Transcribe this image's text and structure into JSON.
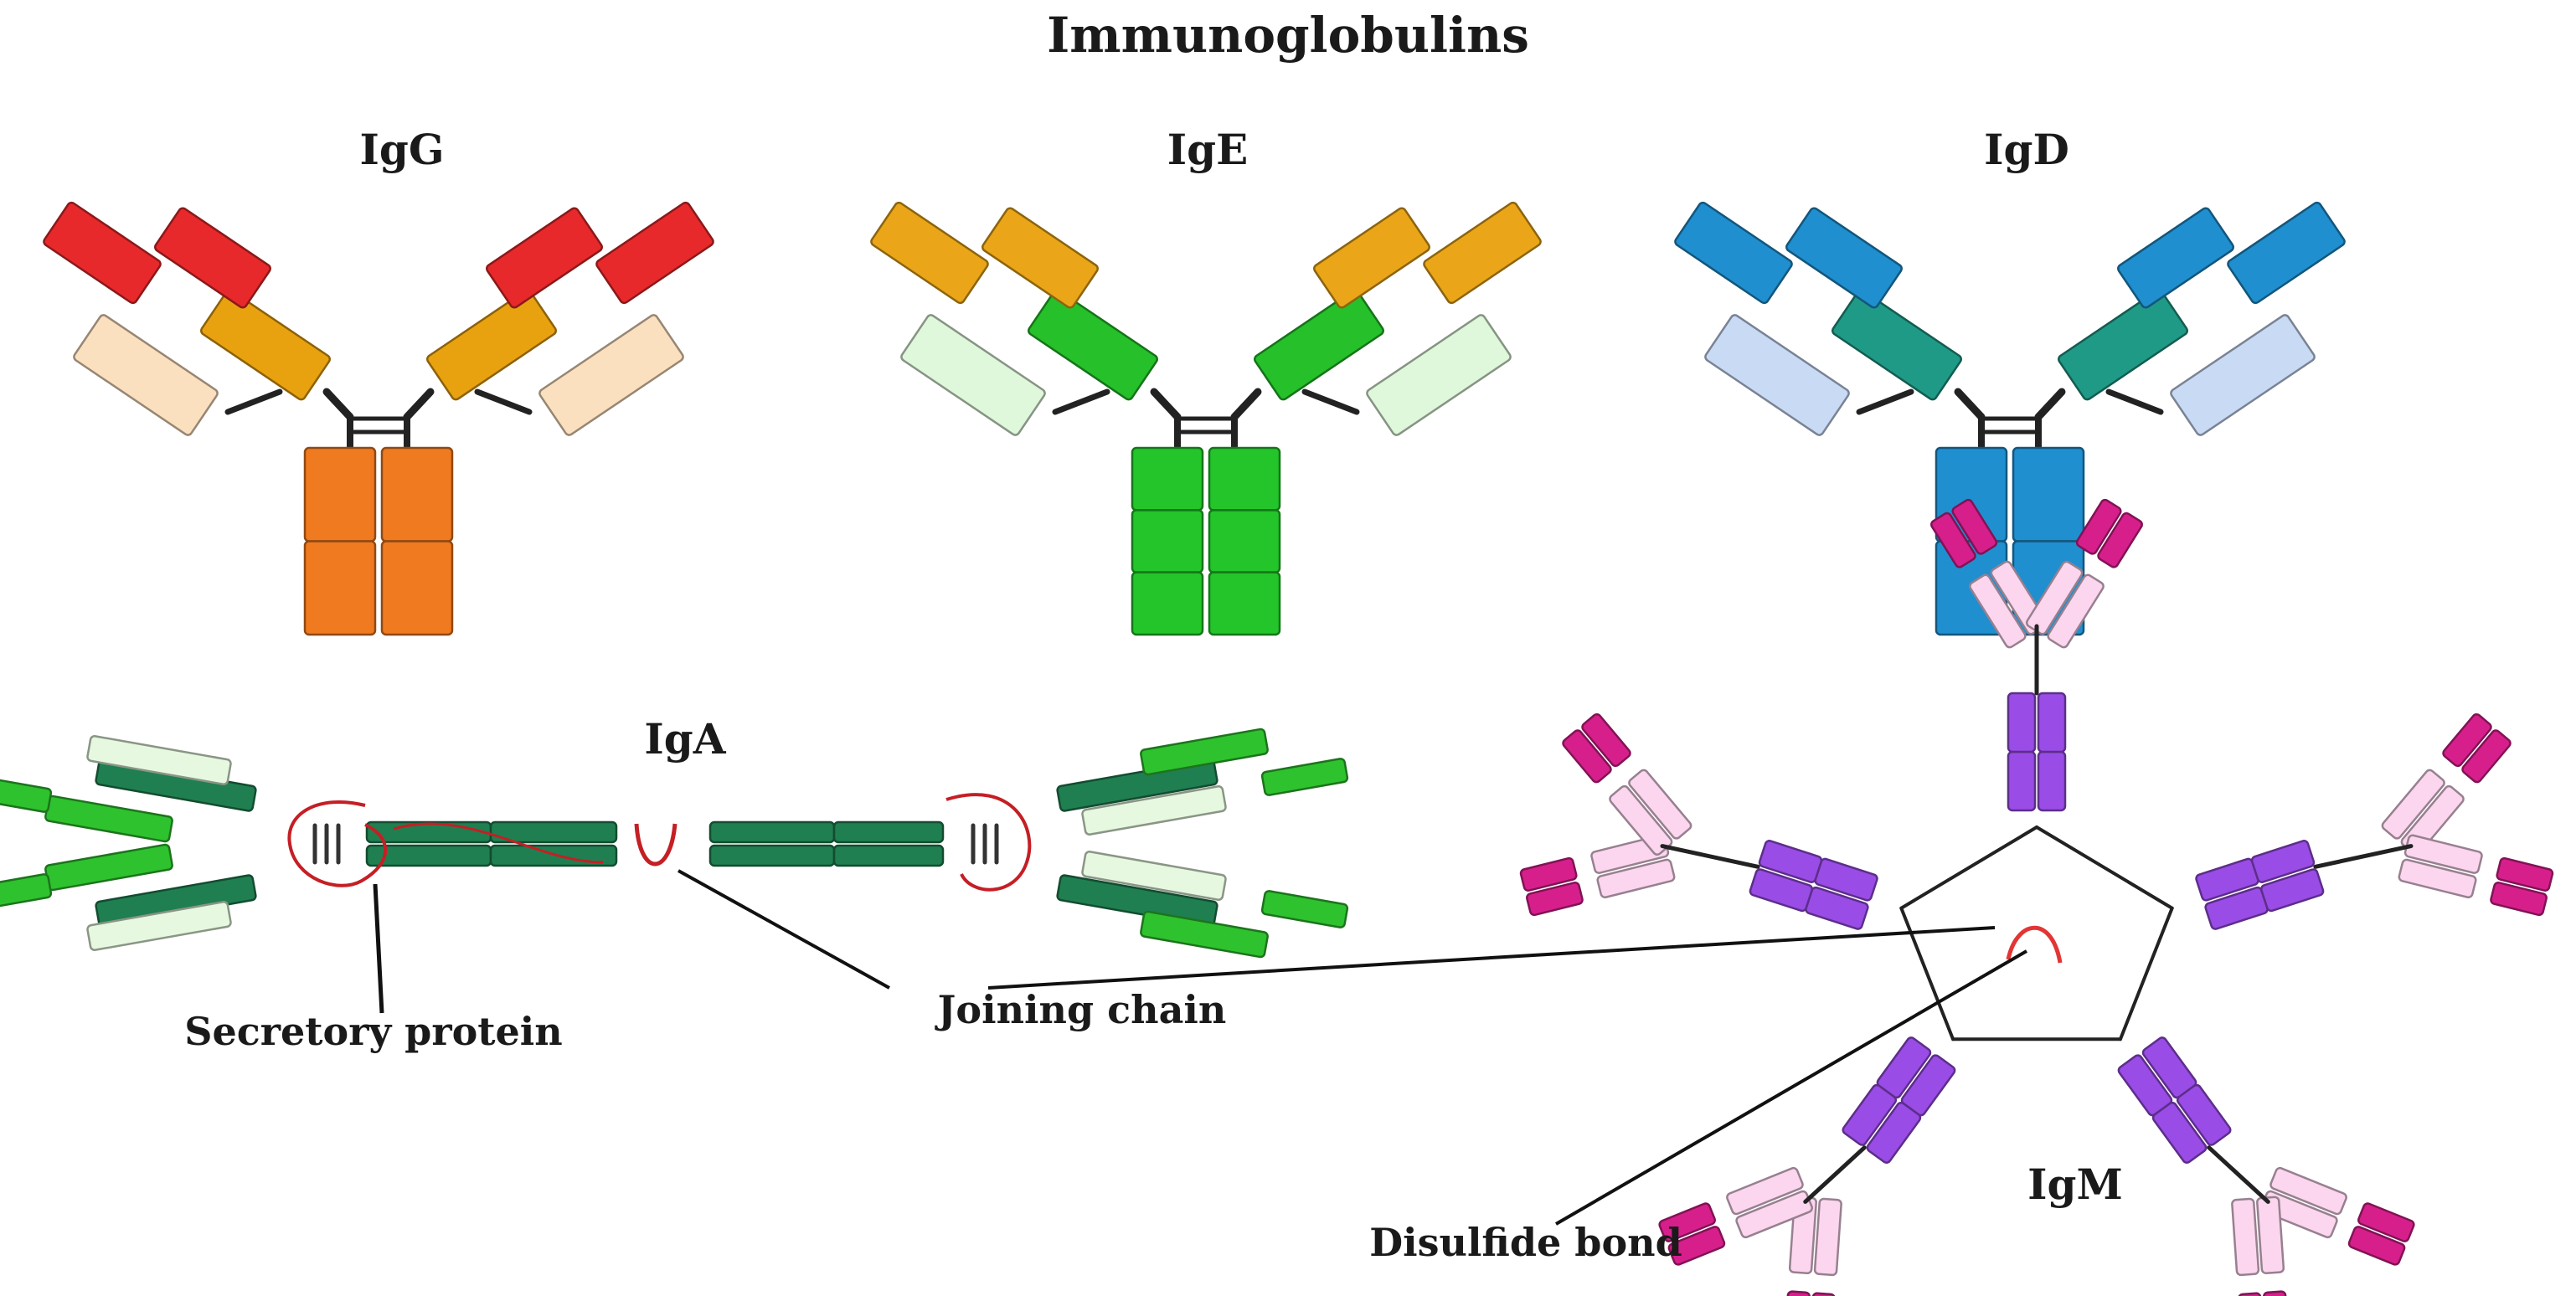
{
  "title": "Immunoglobulins",
  "antibodies": {
    "igg": {
      "label": "IgG",
      "colors": {
        "outer_light": "#e8292b",
        "inner_light": "#fbe0bf",
        "outer_heavy": "#e9a20f",
        "constant": "#f07a20"
      }
    },
    "ige": {
      "label": "IgE",
      "colors": {
        "outer_light": "#eaa618",
        "inner_light": "#dff7da",
        "outer_heavy": "#25c02a",
        "constant": "#23c52a"
      }
    },
    "igd": {
      "label": "IgD",
      "colors": {
        "outer_light": "#1f8fcf",
        "inner_light": "#c9daf5",
        "outer_heavy": "#1f9a86",
        "constant": "#1f8fd0"
      }
    },
    "iga": {
      "label": "IgA",
      "colors": {
        "dark": "#1f7f50",
        "bright": "#2ec22e",
        "pale": "#e6f8df",
        "secretory": "#c41f25"
      }
    },
    "igm": {
      "label": "IgM",
      "colors": {
        "core": "#9a4ce6",
        "magenta": "#d71f8c",
        "pink": "#fbd6ee",
        "jchain": "#e23535"
      }
    }
  },
  "callouts": {
    "secretory_protein": "Secretory protein",
    "joining_chain": "Joining chain",
    "disulfide_bond": "Disulfide bond"
  }
}
